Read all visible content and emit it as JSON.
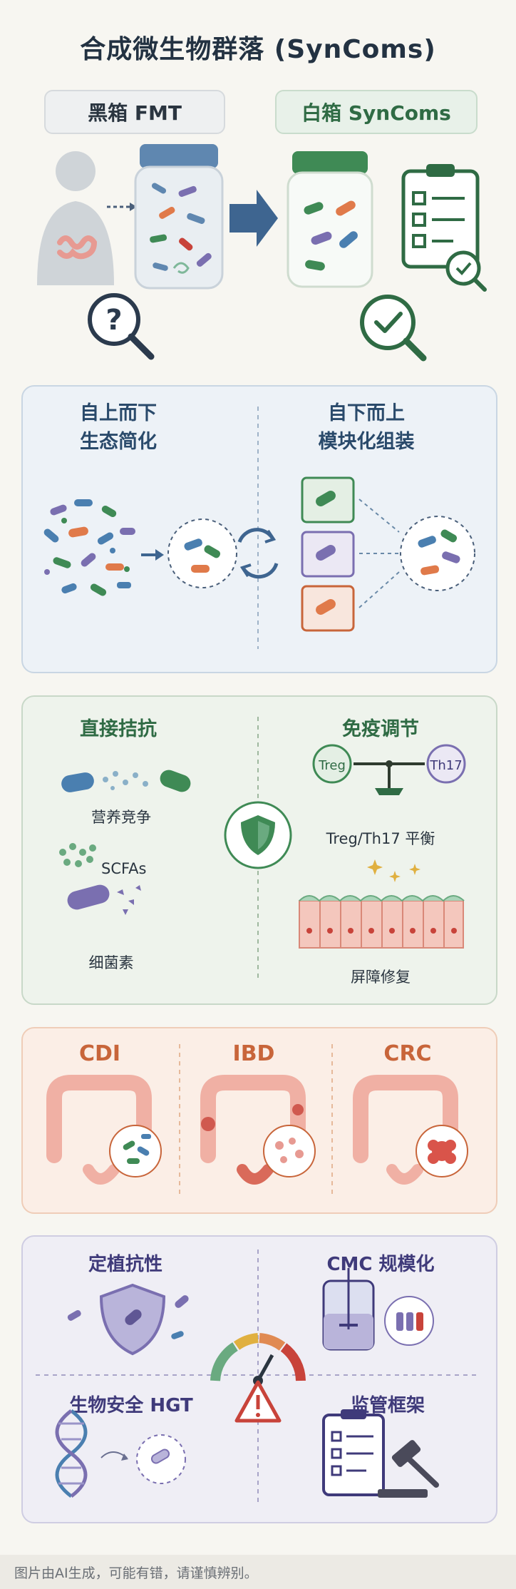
{
  "title": "合成微生物群落 (SynComs)",
  "header": {
    "fmt_label": "黑箱 FMT",
    "syncoms_label": "白箱 SynComs"
  },
  "strategy": {
    "top_down": {
      "line1": "自上而下",
      "line2": "生态简化"
    },
    "bottom_up": {
      "line1": "自下而上",
      "line2": "模块化组装"
    }
  },
  "mechanism": {
    "antagonism": "直接拮抗",
    "nutrient": "营养竞争",
    "scfa": "SCFAs",
    "bacteriocin": "细菌素",
    "immune": "免疫调节",
    "treg": "Treg",
    "th17": "Th17",
    "balance": "Treg/Th17 平衡",
    "barrier": "屏障修复"
  },
  "diseases": {
    "cdi": "CDI",
    "ibd": "IBD",
    "crc": "CRC"
  },
  "challenges": {
    "colonization": "定植抗性",
    "cmc": "CMC 规模化",
    "biosafety": "生物安全 HGT",
    "regulation": "监管框架"
  },
  "footer": "图片由AI生成，可能有错，请谨慎辨别。",
  "colors": {
    "blue": "#4a7fb0",
    "green": "#3f8a55",
    "orange": "#e08a52",
    "purple": "#7a6fb0",
    "red": "#c8433a"
  }
}
